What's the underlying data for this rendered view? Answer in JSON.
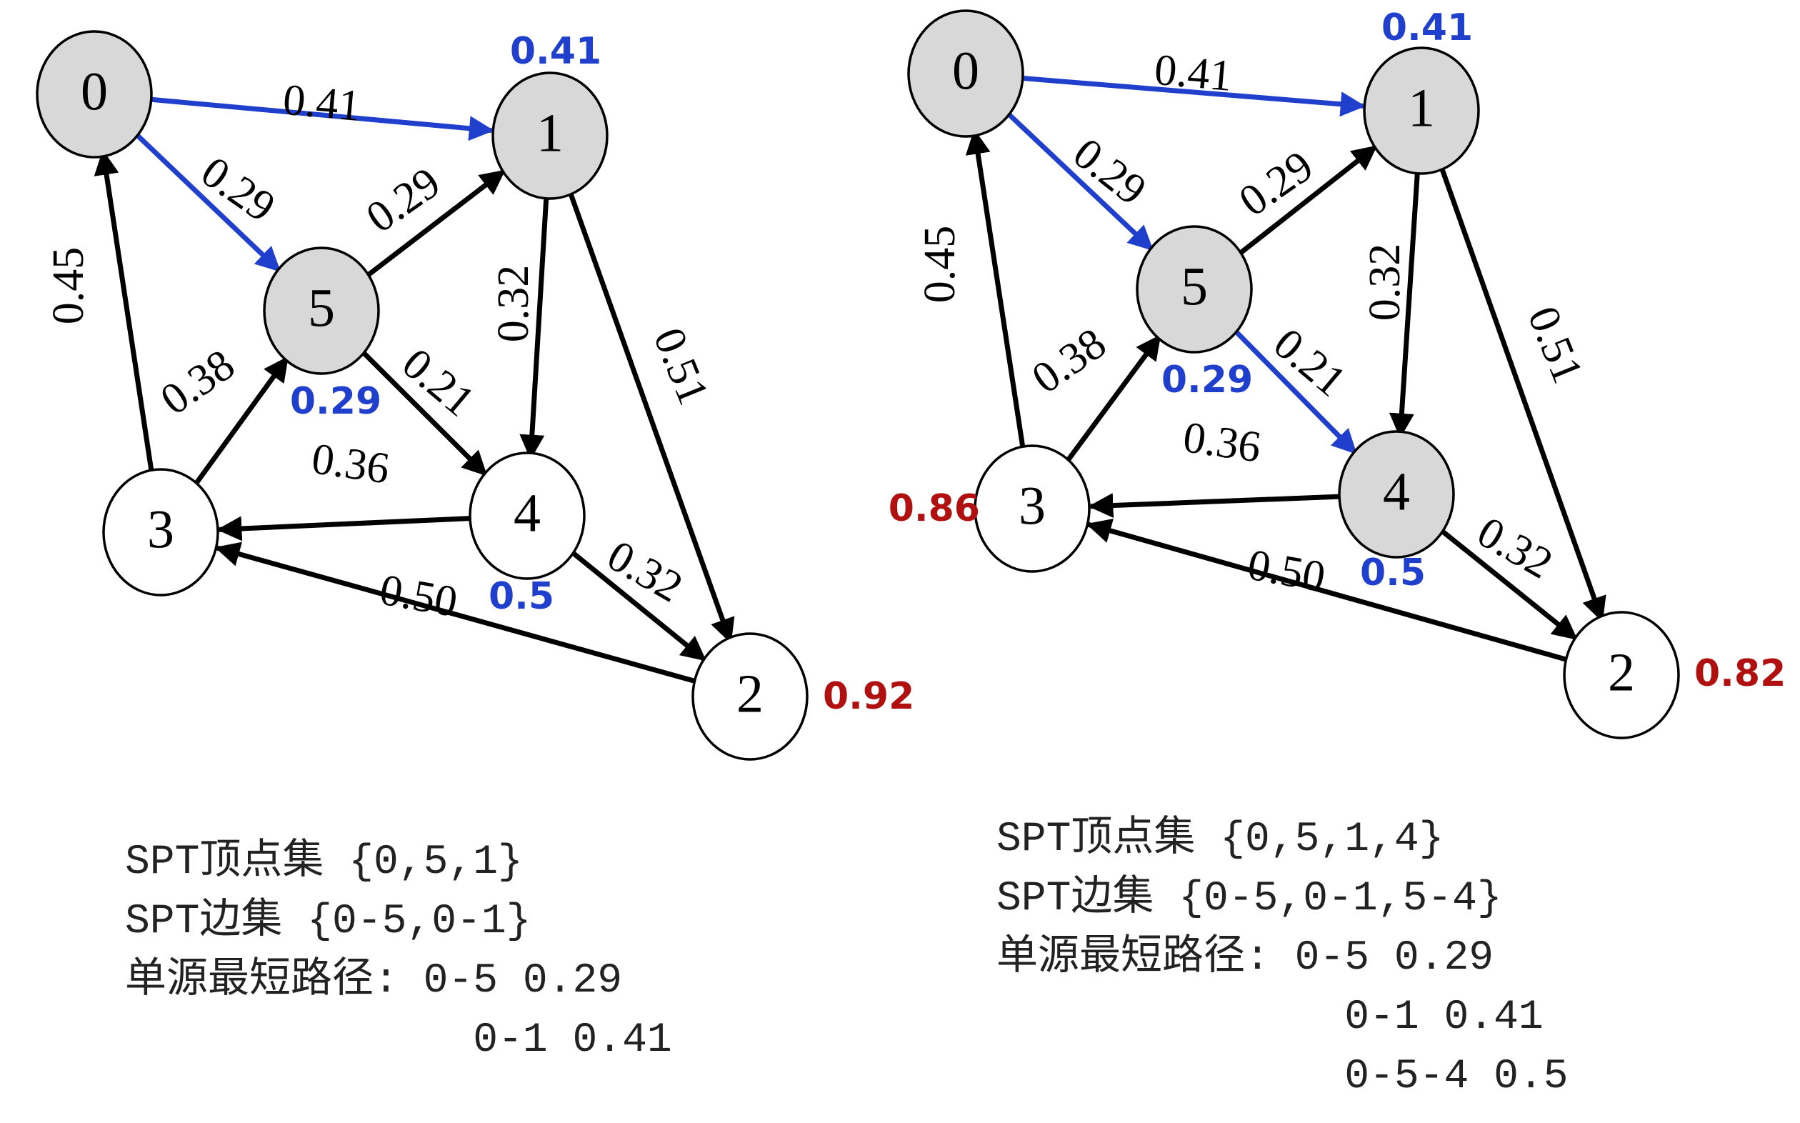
{
  "colors": {
    "tree_edge": "#1f3fcc",
    "normal_edge": "#000000",
    "settled_fill": "#d8d8d8",
    "unsettled_fill": "#ffffff",
    "dist_settled": "#1f3fcc",
    "dist_tentative": "#b01010"
  },
  "graphs": [
    {
      "nodes": [
        {
          "id": "0",
          "label": "0",
          "settled": true
        },
        {
          "id": "1",
          "label": "1",
          "settled": true,
          "dist": "0.41",
          "dist_color": "settled"
        },
        {
          "id": "5",
          "label": "5",
          "settled": true,
          "dist": "0.29",
          "dist_color": "settled"
        },
        {
          "id": "4",
          "label": "4",
          "settled": false,
          "dist": "0.5",
          "dist_color": "settled"
        },
        {
          "id": "3",
          "label": "3",
          "settled": false
        },
        {
          "id": "2",
          "label": "2",
          "settled": false,
          "dist": "0.92",
          "dist_color": "tentative"
        }
      ],
      "edges": [
        {
          "from": "0",
          "to": "1",
          "weight": "0.41",
          "tree": true
        },
        {
          "from": "0",
          "to": "5",
          "weight": "0.29",
          "tree": true
        },
        {
          "from": "5",
          "to": "1",
          "weight": "0.29",
          "tree": false
        },
        {
          "from": "1",
          "to": "4",
          "weight": "0.32",
          "tree": false
        },
        {
          "from": "1",
          "to": "2",
          "weight": "0.51",
          "tree": false
        },
        {
          "from": "3",
          "to": "0",
          "weight": "0.45",
          "tree": false
        },
        {
          "from": "3",
          "to": "5",
          "weight": "0.38",
          "tree": false
        },
        {
          "from": "5",
          "to": "4",
          "weight": "0.21",
          "tree": false
        },
        {
          "from": "4",
          "to": "3",
          "weight": "0.36",
          "tree": false
        },
        {
          "from": "4",
          "to": "2",
          "weight": "0.32",
          "tree": false
        },
        {
          "from": "2",
          "to": "3",
          "weight": "0.50",
          "tree": false
        }
      ],
      "info_lines": [
        "SPT顶点集 {0,5,1}",
        "SPT边集 {0-5,0-1}",
        "单源最短路径: 0-5 0.29",
        "              0-1 0.41"
      ]
    },
    {
      "nodes": [
        {
          "id": "0",
          "label": "0",
          "settled": true
        },
        {
          "id": "1",
          "label": "1",
          "settled": true,
          "dist": "0.41",
          "dist_color": "settled"
        },
        {
          "id": "5",
          "label": "5",
          "settled": true,
          "dist": "0.29",
          "dist_color": "settled"
        },
        {
          "id": "4",
          "label": "4",
          "settled": true,
          "dist": "0.5",
          "dist_color": "settled"
        },
        {
          "id": "3",
          "label": "3",
          "settled": false,
          "dist": "0.86",
          "dist_color": "tentative"
        },
        {
          "id": "2",
          "label": "2",
          "settled": false,
          "dist": "0.82",
          "dist_color": "tentative"
        }
      ],
      "edges": [
        {
          "from": "0",
          "to": "1",
          "weight": "0.41",
          "tree": true
        },
        {
          "from": "0",
          "to": "5",
          "weight": "0.29",
          "tree": true
        },
        {
          "from": "5",
          "to": "1",
          "weight": "0.29",
          "tree": false
        },
        {
          "from": "1",
          "to": "4",
          "weight": "0.32",
          "tree": false
        },
        {
          "from": "1",
          "to": "2",
          "weight": "0.51",
          "tree": false
        },
        {
          "from": "3",
          "to": "0",
          "weight": "0.45",
          "tree": false
        },
        {
          "from": "3",
          "to": "5",
          "weight": "0.38",
          "tree": false
        },
        {
          "from": "5",
          "to": "4",
          "weight": "0.21",
          "tree": true
        },
        {
          "from": "4",
          "to": "3",
          "weight": "0.36",
          "tree": false
        },
        {
          "from": "4",
          "to": "2",
          "weight": "0.32",
          "tree": false
        },
        {
          "from": "2",
          "to": "3",
          "weight": "0.50",
          "tree": false
        }
      ],
      "info_lines": [
        "SPT顶点集 {0,5,1,4}",
        "SPT边集 {0-5,0-1,5-4}",
        "单源最短路径: 0-5 0.29",
        "              0-1 0.41",
        "              0-5-4 0.5"
      ]
    }
  ]
}
